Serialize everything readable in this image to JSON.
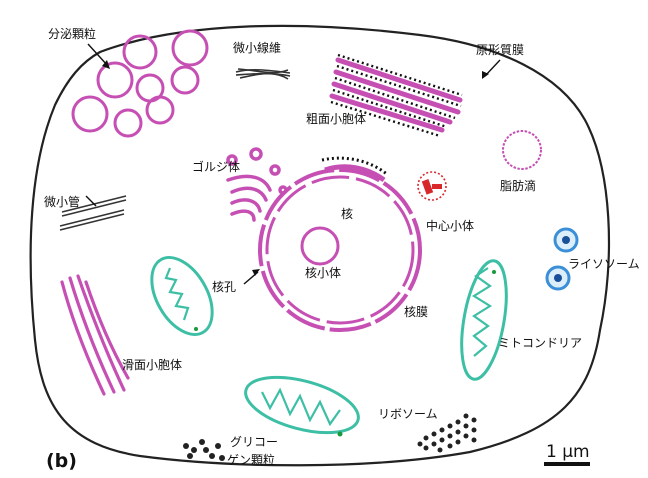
{
  "panel_label": "(b)",
  "scale_bar": "1 µm",
  "labels": {
    "secretory_granules": "分泌顆粒",
    "microfilaments": "微小線維",
    "plasma_membrane": "原形質膜",
    "rough_er": "粗面小胞体",
    "golgi": "ゴルジ体",
    "lipid_droplet": "脂肪滴",
    "microtubules": "微小管",
    "nucleus": "核",
    "centriole": "中心小体",
    "lysosome": "ライソソーム",
    "nucleolus": "核小体",
    "nuclear_pore": "核孔",
    "nuclear_envelope": "核膜",
    "mitochondria": "ミトコンドリア",
    "smooth_er": "滑面小胞体",
    "ribosomes": "リボソーム",
    "glycogen_line1": "グリコー",
    "glycogen_line2": "ゲン顆粒"
  },
  "colors": {
    "organelle_magenta": "#c64fb4",
    "mitochondria_teal": "#3dbfa5",
    "lysosome_blue": "#3b8fd8",
    "centriole_red": "#d8282c",
    "outline": "#222222"
  }
}
